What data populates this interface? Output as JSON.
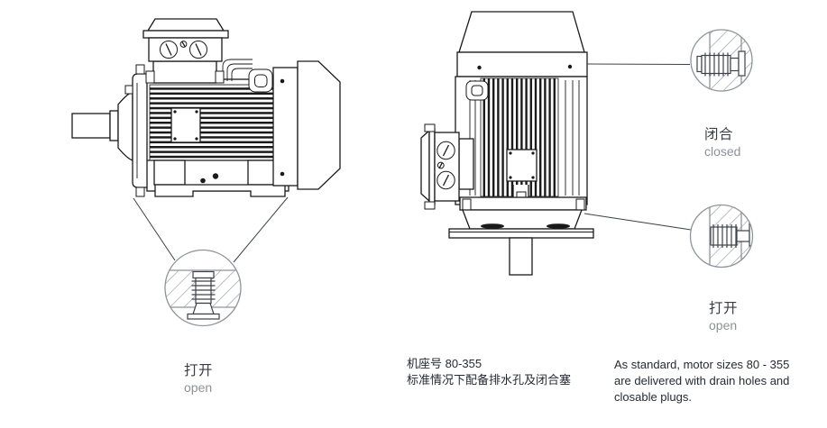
{
  "detail_labels": {
    "left_open": {
      "zh": "打开",
      "en": "open"
    },
    "right_closed": {
      "zh": "闭合",
      "en": "closed"
    },
    "right_open": {
      "zh": "打开",
      "en": "open"
    }
  },
  "notes": {
    "zh": {
      "line1": "机座号 80-355",
      "line2": "标准情况下配备排水孔及闭合塞"
    },
    "en": {
      "line1": "As standard, motor sizes 80 - 355",
      "line2": "are delivered with drain holes and",
      "line3": "closable plugs."
    }
  },
  "icons": {
    "left_drawing": "foot-mounted-motor-side-view",
    "right_drawing": "flange-mounted-motor-vertical-view",
    "detail_left": "drain-plug-open-detail",
    "detail_top_right": "drain-plug-closed-detail",
    "detail_bottom_right": "drain-plug-open-detail"
  },
  "colors": {
    "background": "#ffffff",
    "line": "#1a1a1a",
    "detail_line": "#8e949b",
    "text_dark": "#252a33",
    "text_gray": "#8d9196",
    "label_zh": "#383d44"
  }
}
